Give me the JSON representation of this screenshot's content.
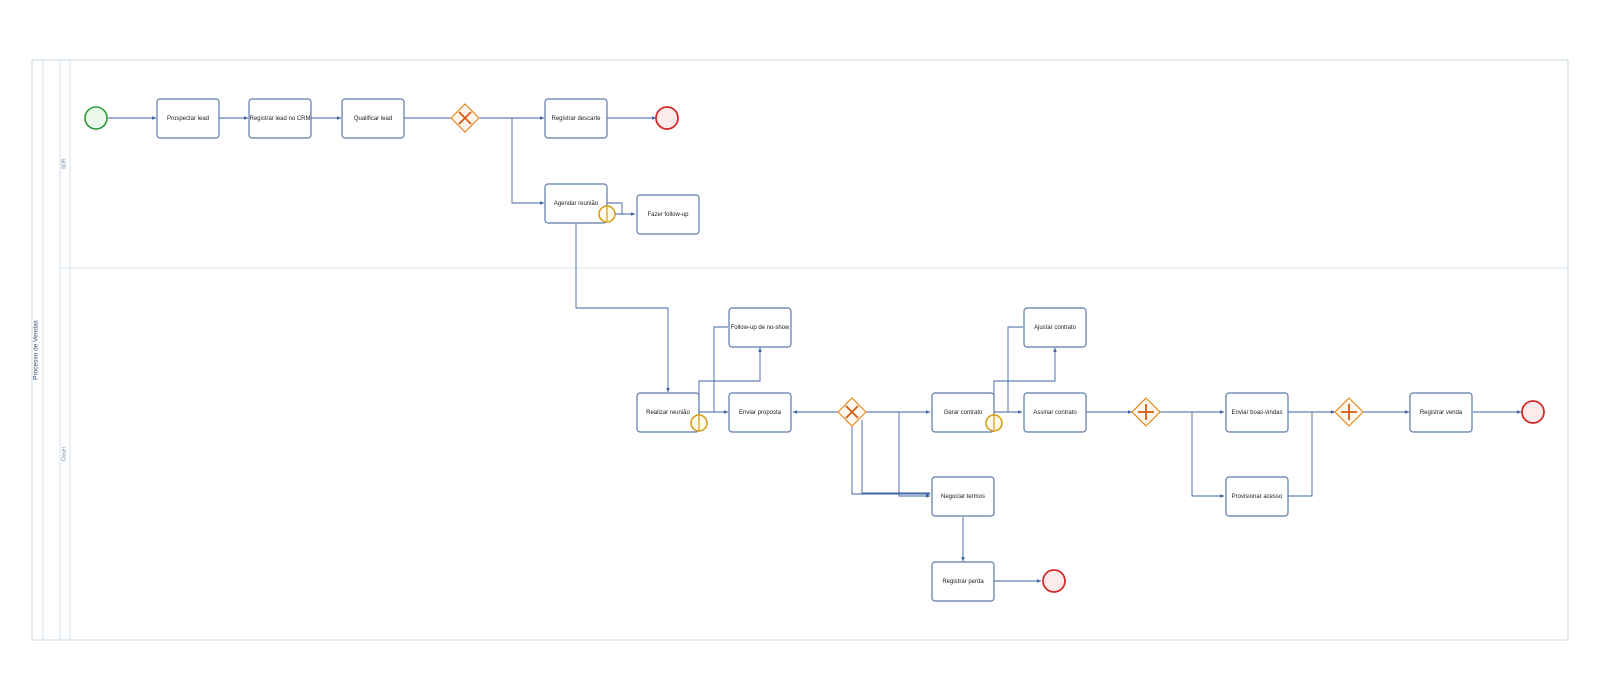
{
  "pool": {
    "label": "Processo de Vendas"
  },
  "lanes": [
    {
      "id": "sdr",
      "label": "SDR"
    },
    {
      "id": "closer",
      "label": "Closer"
    }
  ],
  "tasks": {
    "t1": "Prospectar lead",
    "t2": "Registrar lead no CRM",
    "t3": "Qualificar lead",
    "t4": "Registrar descarte",
    "t5": "Agendar reunião",
    "t6": "Fazer follow-up",
    "t7": "Realizar reunião",
    "t8": "Follow-up de no-show",
    "t9": "Enviar proposta",
    "t10": "Gerar contrato",
    "t11": "Ajustar contrato",
    "t12": "Assinar contrato",
    "t13": "Negociar termos",
    "t14": "Registrar perda",
    "t15": "Enviar boas-vindas",
    "t16": "Provisionar acesso",
    "t17": "Registrar venda"
  },
  "colors": {
    "start_event": "#2e9a3e",
    "end_event": "#d42a2a",
    "exclusive_gateway": "#e5891f",
    "parallel_gateway": "#e5891f",
    "boundary_timer": "#d59a10",
    "task_stroke": "#5b7aa6",
    "sequence_flow": "#3f63a4"
  }
}
